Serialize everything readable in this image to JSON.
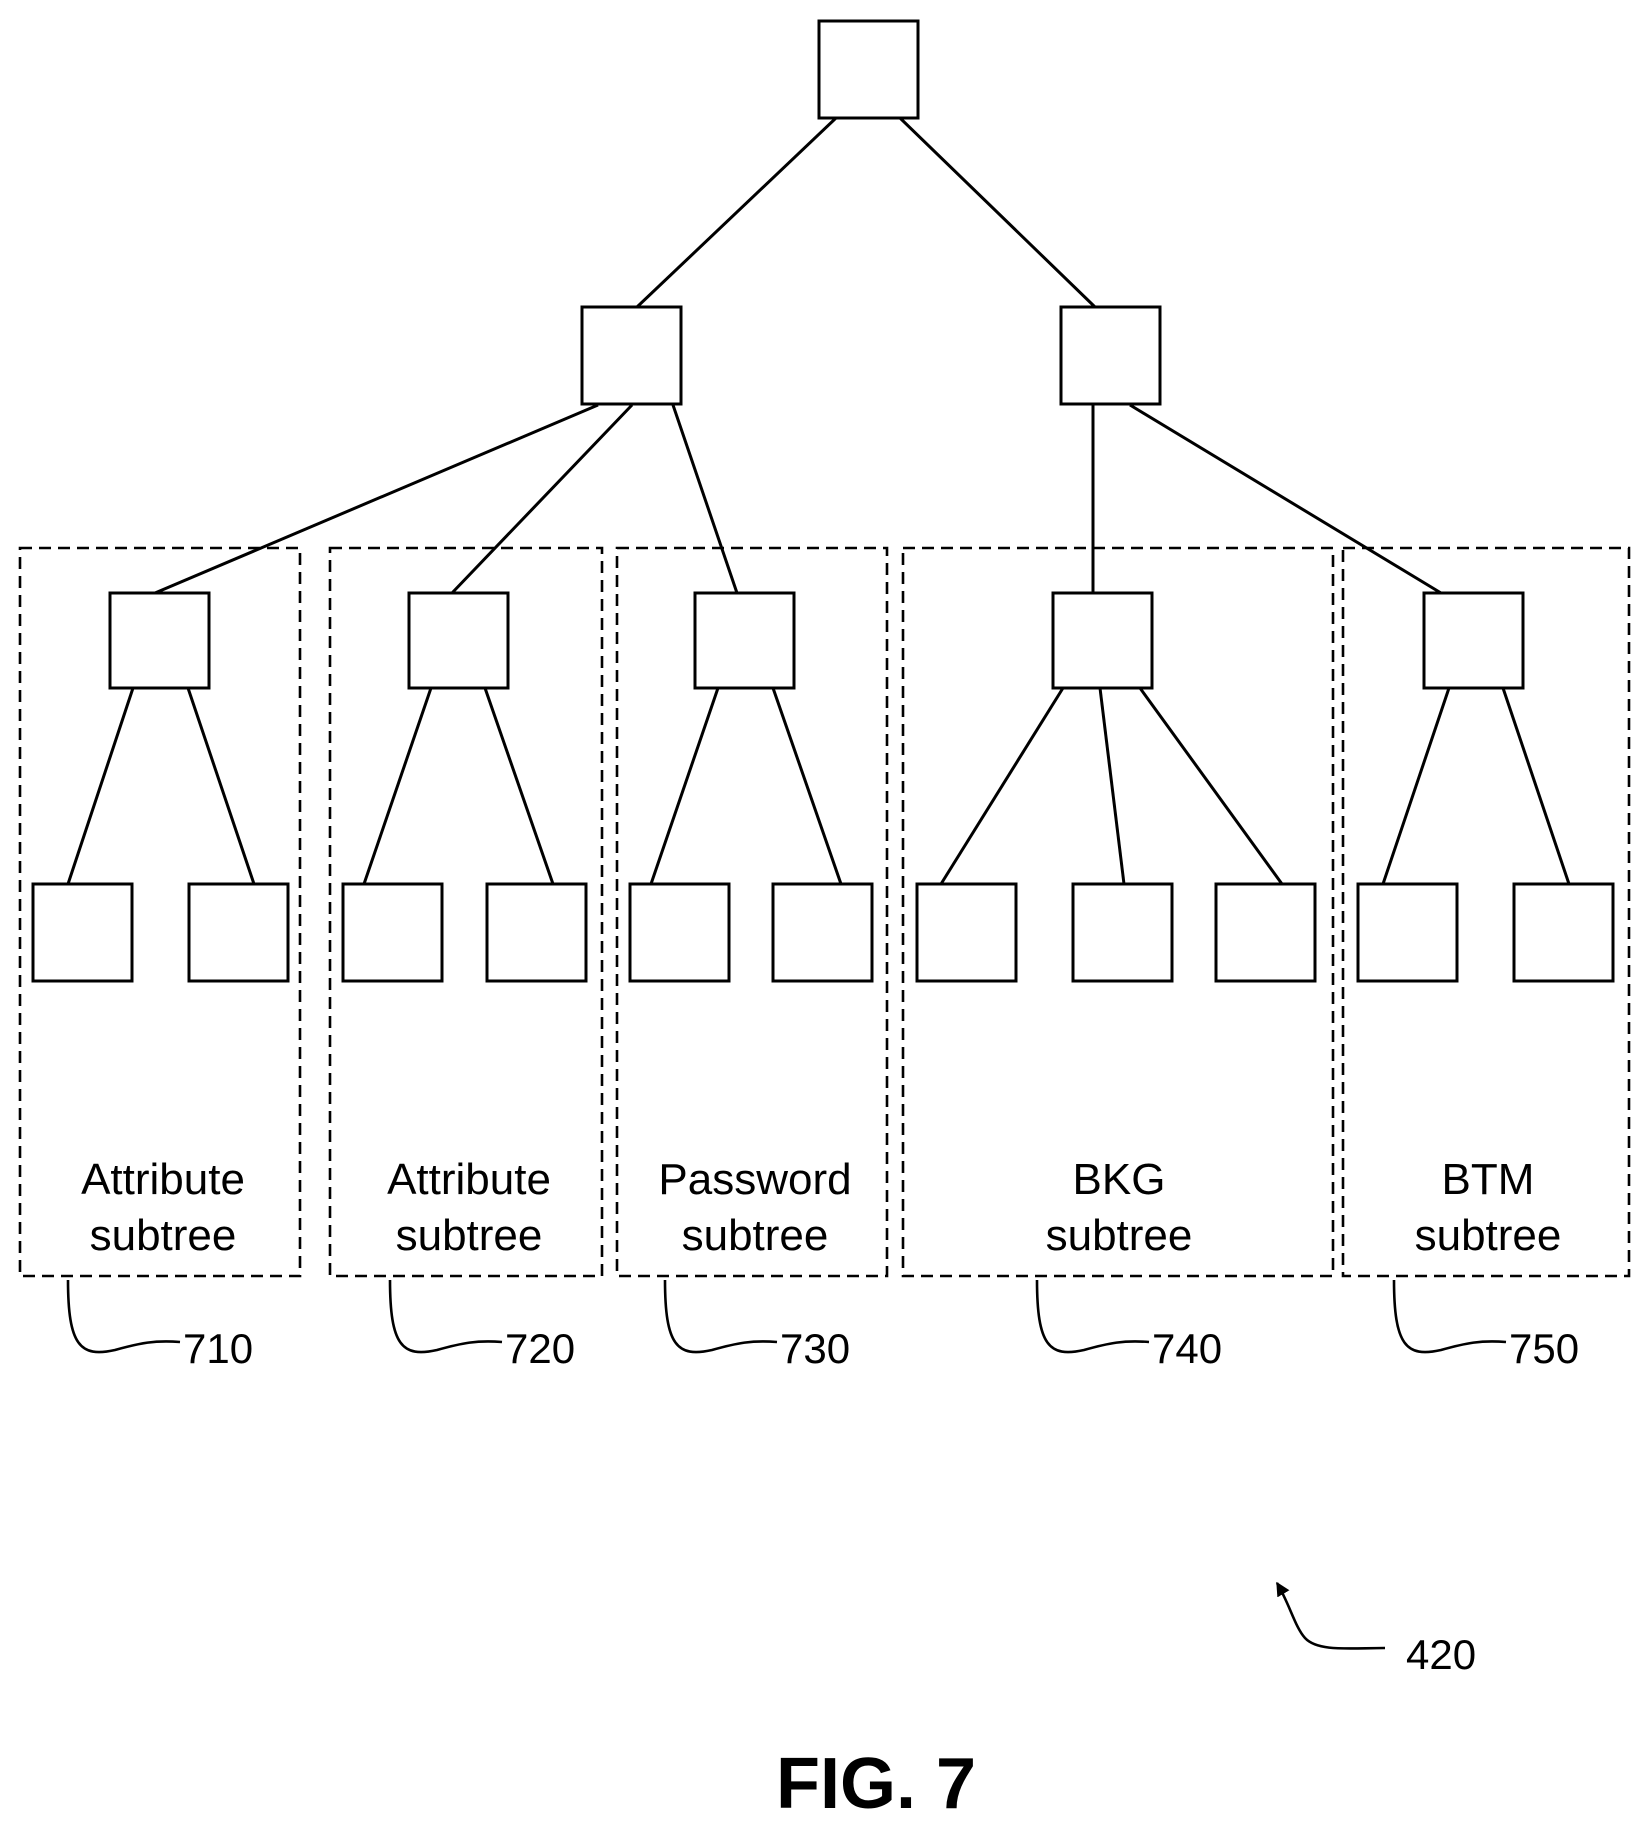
{
  "groups": [
    {
      "id": "g710",
      "line1": "Attribute",
      "line2": "subtree",
      "ref": "710"
    },
    {
      "id": "g720",
      "line1": "Attribute",
      "line2": "subtree",
      "ref": "720"
    },
    {
      "id": "g730",
      "line1": "Password",
      "line2": "subtree",
      "ref": "730"
    },
    {
      "id": "g740",
      "line1": "BKG",
      "line2": "subtree",
      "ref": "740"
    },
    {
      "id": "g750",
      "line1": "BTM",
      "line2": "subtree",
      "ref": "750"
    }
  ],
  "diagram_ref": "420",
  "figure_caption": "FIG. 7",
  "colors": {
    "stroke": "#000000",
    "background": "#ffffff"
  }
}
